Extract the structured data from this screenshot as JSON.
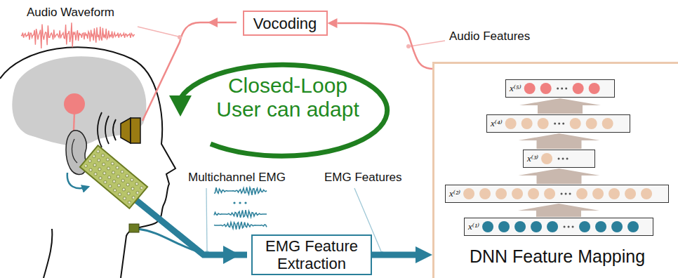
{
  "diagram": {
    "nodes": [
      {
        "text": [
          "Vocoding"
        ]
      },
      {
        "text": [
          "EMG Feature Extraction"
        ]
      },
      {
        "text": [
          "DNN Feature Mapping"
        ]
      },
      {
        "text": [
          "x⁽⁵⁾"
        ],
        "in": 2
      },
      {
        "text": [
          "x⁽⁴⁾"
        ],
        "in": 2
      },
      {
        "text": [
          "x⁽³⁾"
        ],
        "in": 2
      },
      {
        "text": [
          "x⁽²⁾"
        ],
        "in": 2
      },
      {
        "text": [
          "x⁽¹⁾"
        ],
        "in": 2
      }
    ],
    "edges": [
      {
        "from": 2,
        "to": 0,
        "arrow": "to"
      },
      {
        "from": 1,
        "to": 2,
        "arrow": "to"
      },
      {
        "from": 7,
        "to": 6,
        "arrow": "to"
      },
      {
        "from": 6,
        "to": 5,
        "arrow": "to"
      },
      {
        "from": 5,
        "to": 4,
        "arrow": "to"
      },
      {
        "from": 4,
        "to": 3,
        "arrow": "to"
      }
    ],
    "labels": [
      "Audio Waveform",
      "Audio Features",
      "Closed-Loop User can adapt",
      "Multichannel EMG",
      "EMG Features"
    ]
  }
}
